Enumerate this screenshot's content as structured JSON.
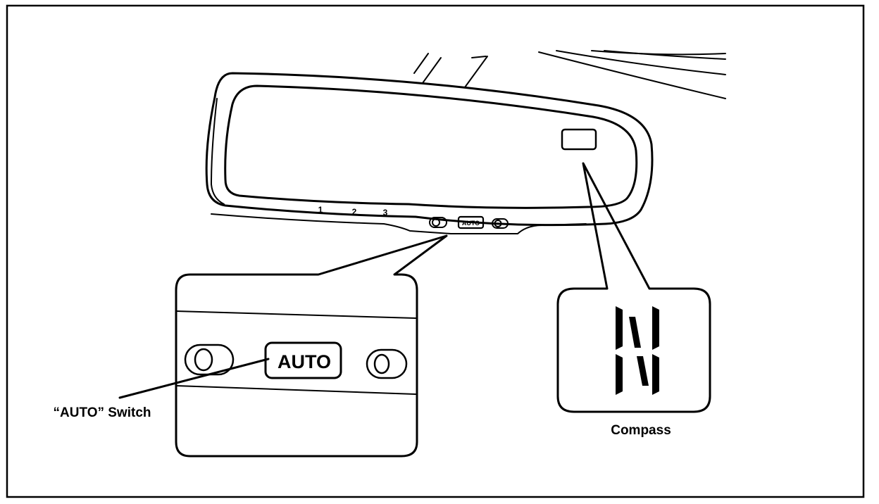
{
  "diagram": {
    "mirror_position_labels": [
      "1",
      "2",
      "3"
    ],
    "mirror_auto_button_label": "AUTO",
    "zoom_auto_button_label": "AUTO",
    "compass_display_letter": "N",
    "callouts": {
      "auto_switch": "“AUTO” Switch",
      "compass": "Compass"
    }
  }
}
